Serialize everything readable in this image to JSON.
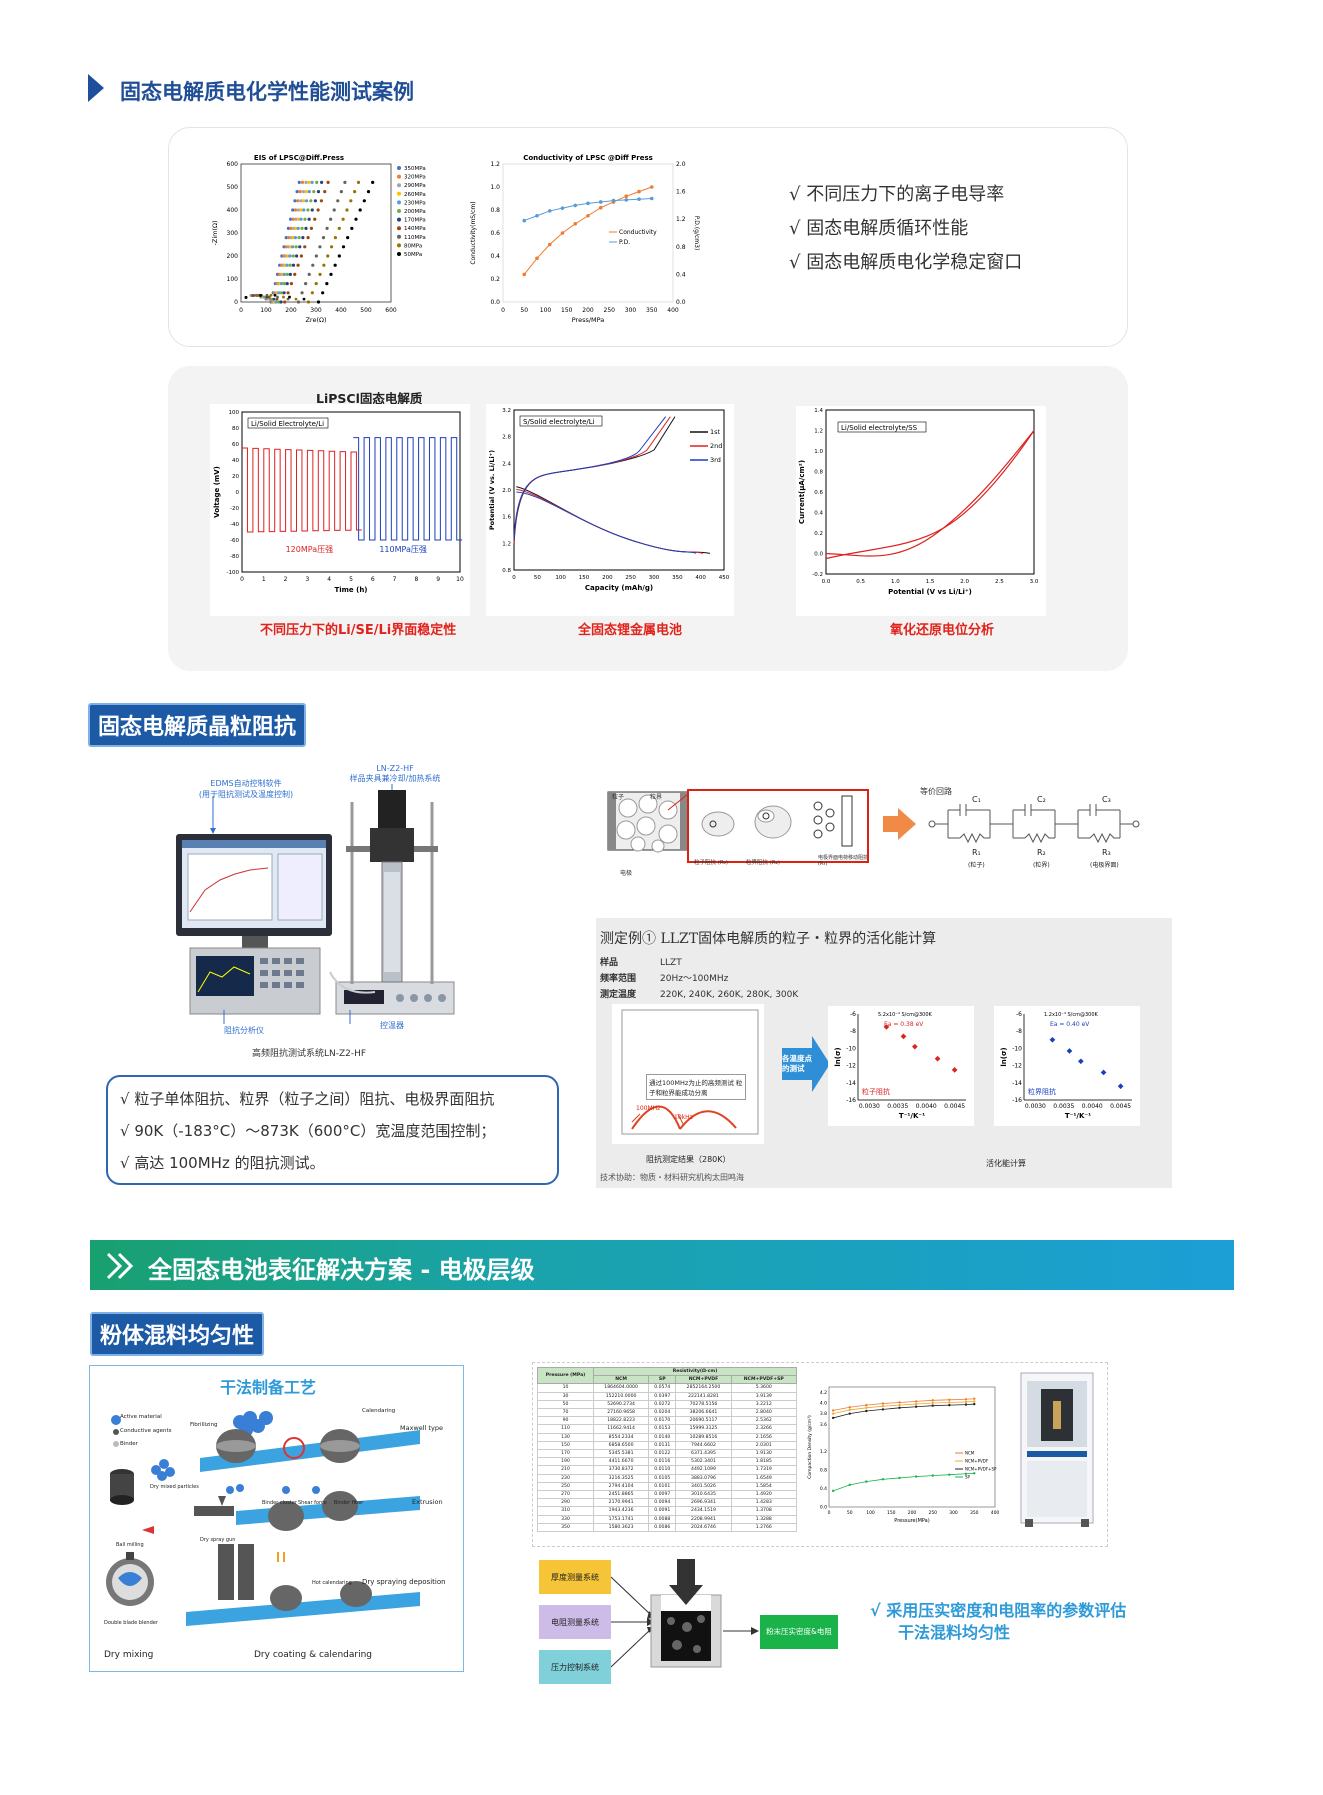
{
  "section1": {
    "title": "固态电解质电化学性能测试案例"
  },
  "card1": {
    "chart_eis": {
      "title": "EIS of LPSC@Diff.Press",
      "xlabel": "Zre(Ω)",
      "ylabel": "-Zim(Ω)",
      "xticks": [
        "0",
        "100",
        "200",
        "300",
        "400",
        "500",
        "600"
      ],
      "yticks": [
        "0",
        "100",
        "200",
        "300",
        "400",
        "500",
        "600"
      ],
      "legend": [
        "350MPa",
        "320MPa",
        "290MPa",
        "260MPa",
        "230MPa",
        "200MPa",
        "170MPa",
        "140MPa",
        "110MPa",
        "80MPa",
        "50MPa"
      ],
      "colors": [
        "#4472c4",
        "#ed7d31",
        "#a5a5a5",
        "#ffc000",
        "#5b9bd5",
        "#70ad47",
        "#264478",
        "#9e480e",
        "#636363",
        "#997300",
        "#000000"
      ]
    },
    "chart_cond": {
      "title": "Conductivity of LPSC @Diff Press",
      "xlabel": "Press/MPa",
      "ylabel": "Conductivity(mS/cm)",
      "y2label": "P.D.(g/cm3)",
      "xticks": [
        "0",
        "50",
        "100",
        "150",
        "200",
        "250",
        "300",
        "350",
        "400"
      ],
      "yticks": [
        "0.0",
        "0.2",
        "0.4",
        "0.6",
        "0.8",
        "1.0",
        "1.2"
      ],
      "y2ticks": [
        "0.0",
        "0.4",
        "0.8",
        "1.2",
        "1.6",
        "2.0"
      ],
      "legend": [
        "Conductivity",
        "P.D."
      ]
    },
    "checks": [
      "√  不同压力下的离子电导率",
      "√  固态电解质循环性能",
      "√  固态电解质电化学稳定窗口"
    ]
  },
  "card2": {
    "title": "LiPSCl固态电解质",
    "chart_volt": {
      "label": "Li/Solid Electrolyte/Li",
      "xlabel": "Time (h)",
      "ylabel": "Voltage (mV)",
      "yticks": [
        "100",
        "80",
        "60",
        "40",
        "20",
        "0",
        "-20",
        "-40",
        "-60",
        "-80",
        "-100"
      ],
      "xticks": [
        "0",
        "1",
        "2",
        "3",
        "4",
        "5",
        "6",
        "7",
        "8",
        "9",
        "10"
      ],
      "ann1": "120MPa压强",
      "ann2": "110MPa压强",
      "caption": "不同压力下的Li/SE/Li界面稳定性"
    },
    "chart_cap": {
      "label": "S/Solid electrolyte/Li",
      "xlabel": "Capacity (mAh/g)",
      "ylabel": "Potential (V vs. Li/Li⁺)",
      "yticks": [
        "3.2",
        "2.8",
        "2.4",
        "2.0",
        "1.6",
        "1.2",
        "0.8"
      ],
      "xticks": [
        "0",
        "50",
        "100",
        "150",
        "200",
        "250",
        "300",
        "350",
        "400",
        "450"
      ],
      "legend": [
        "1st",
        "2nd",
        "3rd"
      ],
      "caption": "全固态锂金属电池"
    },
    "chart_cv": {
      "label": "Li/Solid electrolyte/SS",
      "xlabel": "Potential (V vs Li/Li⁺)",
      "ylabel": "Current(μA/cm²)",
      "yticks": [
        "1.4",
        "1.2",
        "1.0",
        "0.8",
        "0.6",
        "0.4",
        "0.2",
        "0.0",
        "-0.2"
      ],
      "xticks": [
        "0.0",
        "0.5",
        "1.0",
        "1.5",
        "2.0",
        "2.5",
        "3.0"
      ],
      "caption": "氧化还原电位分析"
    }
  },
  "section2": {
    "tag": "固态电解质晶粒阻抗"
  },
  "equip": {
    "software": "EDMS自动控制软件",
    "software_sub": "(用于阻抗测试及温度控制)",
    "holder": "LN-Z2-HF",
    "holder_sub": "样品夹具兼冷却/加热系统",
    "analyzer": "阻抗分析仪",
    "temp": "控温器",
    "system": "高频阻抗测试系统LN-Z2-HF"
  },
  "checks2": [
    "√  粒子单体阻抗、粒界（粒子之间）阻抗、电极界面阻抗",
    "√  90K（-183°C）～873K（600°C）宽温度范围控制；",
    "√  高达 100MHz 的阻抗测试。"
  ],
  "circuit": {
    "label": "等价回路",
    "particle": "粒子",
    "boundary": "粒界",
    "electrode": "电极",
    "r1": "粒子阻抗 (R₁)",
    "r2": "粒界阻抗 (R₂)",
    "r3": "电极界面电荷移动阻抗 (R₃)",
    "c1": "C₁",
    "c2": "C₂",
    "c3": "C₃",
    "R1": "R₁",
    "R2": "R₂",
    "R3": "R₃",
    "n1": "(粒子)",
    "n2": "(粒界)",
    "n3": "(电极界面)"
  },
  "example": {
    "title": "测定例①  LLZT固体电解质的粒子・粒界的活化能计算",
    "rows": [
      [
        "样品",
        "LLZT"
      ],
      [
        "频率范围",
        "20Hz～100MHz"
      ],
      [
        "测定温度",
        "220K, 240K, 260K, 280K, 300K"
      ]
    ],
    "nyq_note": "通过100MHz为止的高频测试 粒子和粒界能成功分离",
    "f1": "100MHz",
    "f2": "10kHz",
    "arrow": "各温度点的测试",
    "arr1": {
      "rate": "5.2x10⁻⁴ S/cm@300K",
      "ea": "Ea = 0.38 eV",
      "label": "粒子阻抗",
      "ylabel": "ln(σ)",
      "xlabel": "T⁻¹/K⁻¹",
      "xticks": [
        "0.0030",
        "0.0035",
        "0.0040",
        "0.0045"
      ],
      "yticks": [
        "-6",
        "-8",
        "-10",
        "-12",
        "-14",
        "-16"
      ]
    },
    "arr2": {
      "rate": "1.2x10⁻⁴ S/cm@300K",
      "ea": "Ea = 0.40 eV",
      "label": "粒界阻抗",
      "ylabel": "ln(σ)",
      "xlabel": "T⁻¹/K⁻¹",
      "xticks": [
        "0.0030",
        "0.0035",
        "0.0040",
        "0.0045"
      ],
      "yticks": [
        "-6",
        "-8",
        "-10",
        "-12",
        "-14",
        "-16"
      ]
    },
    "cap1": "阻抗测定结果（280K）",
    "cap2": "活化能计算",
    "credit": "技术协助：物质・材料研究机构太田鸣海"
  },
  "banner": {
    "title": "全固态电池表征解决方案 - 电极层级"
  },
  "section3": {
    "tag": "粉体混料均匀性"
  },
  "dry": {
    "title": "干法制备工艺",
    "items": [
      "Active material",
      "Conductive agents",
      "Binder"
    ],
    "fib": "Fibrillizing",
    "cal": "Calendaring",
    "maxwell": "Maxwell type",
    "dmp": "Dry mixed particles",
    "bcl": "Binder cluster",
    "shear": "Shear force",
    "bfib": "Binder fiber",
    "ext": "Extrusion",
    "ball": "Ball milling",
    "spray": "Dry spray gun",
    "hot": "Hot calendaring",
    "dsd": "Dry spraying deposition",
    "dbb": "Double blade blender",
    "m1": "Dry mixing",
    "m2": "Dry coating & calendaring"
  },
  "table": {
    "header1": "Pressure (MPa)",
    "header2": "Resistivity(Ω·cm)",
    "cols": [
      "NCM",
      "SP",
      "NCM+PVDF",
      "NCM+PVDF+SP"
    ],
    "rows": [
      [
        "10",
        "1864604.0000",
        "0.0574",
        "2852164.2500",
        "5.3600"
      ],
      [
        "30",
        "152210.0000",
        "0.0397",
        "222141.8281",
        "3.9139"
      ],
      [
        "50",
        "52690.2734",
        "0.0272",
        "70278.5156",
        "3.2212"
      ],
      [
        "70",
        "27160.9658",
        "0.0204",
        "38206.6641",
        "2.8040"
      ],
      [
        "90",
        "18822.8223",
        "0.0170",
        "20690.5117",
        "2.5362"
      ],
      [
        "110",
        "11662.9414",
        "0.0153",
        "15999.3125",
        "2.3266"
      ],
      [
        "130",
        "8554.2334",
        "0.0140",
        "10289.8516",
        "2.1656"
      ],
      [
        "150",
        "6858.6500",
        "0.0131",
        "7944.6602",
        "2.0301"
      ],
      [
        "170",
        "5345.5381",
        "0.0122",
        "6371.4395",
        "1.9130"
      ],
      [
        "190",
        "4411.6670",
        "0.0116",
        "5302.3401",
        "1.8185"
      ],
      [
        "210",
        "3730.8372",
        "0.0110",
        "4492.1099",
        "1.7319"
      ],
      [
        "230",
        "3216.3525",
        "0.0105",
        "3883.0796",
        "1.6549"
      ],
      [
        "250",
        "2794.4104",
        "0.0101",
        "3401.5026",
        "1.5854"
      ],
      [
        "270",
        "2451.8865",
        "0.0097",
        "3010.6435",
        "1.4920"
      ],
      [
        "290",
        "2170.9941",
        "0.0094",
        "2696.9341",
        "1.4283"
      ],
      [
        "310",
        "1943.4236",
        "0.0091",
        "2434.1519",
        "1.3708"
      ],
      [
        "330",
        "1753.1741",
        "0.0088",
        "2208.9941",
        "1.3288"
      ],
      [
        "350",
        "1580.3623",
        "0.0086",
        "2024.6746",
        "1.2766"
      ]
    ]
  },
  "dens": {
    "ylabel": "Compaction Density (g/cm³)",
    "xlabel": "Pressure(MPa)",
    "legend": [
      "NCM",
      "NCM+PVDF",
      "NCM+PVDF+SP",
      "SP"
    ],
    "xticks": [
      "0",
      "50",
      "100",
      "150",
      "200",
      "250",
      "300",
      "350",
      "400"
    ],
    "yticks": [
      "4.2",
      "4.0",
      "3.8",
      "3.6",
      "1.2",
      "0.8",
      "0.4",
      "0.0"
    ]
  },
  "flow": {
    "b1": "厚度测量系统",
    "b2": "电阻测量系统",
    "b3": "压力控制系统",
    "out": "粉末压实密度&电阻"
  },
  "final": {
    "l1": "√  采用压实密度和电阻率的参数评估",
    "l2": "干法混料均匀性"
  },
  "chart_data": [
    {
      "type": "scatter",
      "title": "EIS of LPSC@Diff.Press",
      "xlabel": "Zre(Ω)",
      "ylabel": "-Zim(Ω)",
      "xlim": [
        0,
        600
      ],
      "ylim": [
        0,
        600
      ],
      "series": [
        {
          "name": "350MPa",
          "tail_start_x": 120,
          "slope": 4.6
        },
        {
          "name": "320MPa",
          "tail_start_x": 125,
          "slope": 4.3
        },
        {
          "name": "290MPa",
          "tail_start_x": 130,
          "slope": 4.0
        },
        {
          "name": "260MPa",
          "tail_start_x": 135,
          "slope": 3.8
        },
        {
          "name": "230MPa",
          "tail_start_x": 140,
          "slope": 3.6
        },
        {
          "name": "200MPa",
          "tail_start_x": 150,
          "slope": 3.4
        },
        {
          "name": "170MPa",
          "tail_start_x": 160,
          "slope": 3.2
        },
        {
          "name": "140MPa",
          "tail_start_x": 175,
          "slope": 3.0
        },
        {
          "name": "110MPa",
          "tail_start_x": 230,
          "slope": 2.8
        },
        {
          "name": "80MPa",
          "tail_start_x": 270,
          "slope": 2.6
        },
        {
          "name": "50MPa",
          "tail_start_x": 310,
          "slope": 2.4
        }
      ]
    },
    {
      "type": "line",
      "title": "Conductivity of LPSC @Diff Press",
      "xlabel": "Press/MPa",
      "ylabel": "Conductivity(mS/cm)",
      "xlim": [
        0,
        400
      ],
      "ylim": [
        0,
        1.2
      ],
      "y2lim": [
        0,
        2.0
      ],
      "x": [
        50,
        80,
        110,
        140,
        170,
        200,
        230,
        260,
        290,
        320,
        350
      ],
      "series": [
        {
          "name": "Conductivity",
          "values": [
            0.24,
            0.38,
            0.5,
            0.6,
            0.68,
            0.75,
            0.82,
            0.87,
            0.92,
            0.96,
            1.0
          ]
        },
        {
          "name": "P.D.",
          "axis": "y2",
          "values": [
            1.18,
            1.25,
            1.32,
            1.36,
            1.4,
            1.43,
            1.45,
            1.47,
            1.48,
            1.49,
            1.5
          ]
        }
      ]
    },
    {
      "type": "line",
      "label": "Li/Solid Electrolyte/Li",
      "xlabel": "Time (h)",
      "ylabel": "Voltage (mV)",
      "xlim": [
        0,
        10
      ],
      "ylim": [
        -100,
        100
      ],
      "series": [
        {
          "name": "120MPa",
          "x_range": [
            0,
            5.1
          ],
          "amplitude": 55
        },
        {
          "name": "110MPa",
          "x_range": [
            5.1,
            10
          ],
          "amplitude": 65
        }
      ]
    },
    {
      "type": "line",
      "label": "S/Solid electrolyte/Li",
      "xlabel": "Capacity (mAh/g)",
      "ylabel": "Potential (V vs. Li/Li⁺)",
      "xlim": [
        0,
        450
      ],
      "ylim": [
        0.8,
        3.2
      ],
      "series": [
        {
          "name": "1st"
        },
        {
          "name": "2nd"
        },
        {
          "name": "3rd"
        }
      ]
    },
    {
      "type": "line",
      "label": "Li/Solid electrolyte/SS",
      "xlabel": "Potential (V vs Li/Li⁺)",
      "ylabel": "Current(μA/cm²)",
      "xlim": [
        0,
        3.0
      ],
      "ylim": [
        -0.2,
        1.4
      ]
    },
    {
      "type": "scatter",
      "label": "粒子阻抗",
      "x": [
        0.0033,
        0.0036,
        0.0038,
        0.0042,
        0.0045
      ],
      "y": [
        -7.5,
        -8.6,
        -9.8,
        -11.2,
        -12.5
      ]
    },
    {
      "type": "scatter",
      "label": "粒界阻抗",
      "x": [
        0.0033,
        0.0036,
        0.0038,
        0.0042,
        0.0045
      ],
      "y": [
        -9.0,
        -10.3,
        -11.5,
        -12.8,
        -14.4
      ]
    },
    {
      "type": "line",
      "xlabel": "Pressure(MPa)",
      "ylabel": "Compaction Density (g/cm³)",
      "x": [
        10,
        50,
        90,
        130,
        170,
        210,
        250,
        290,
        330,
        350
      ],
      "series": [
        {
          "name": "NCM",
          "values": [
            3.86,
            3.92,
            3.96,
            3.99,
            4.01,
            4.03,
            4.05,
            4.06,
            4.07,
            4.08
          ]
        },
        {
          "name": "NCM+PVDF",
          "values": [
            3.8,
            3.87,
            3.91,
            3.94,
            3.96,
            3.98,
            4.0,
            4.01,
            4.02,
            4.03
          ]
        },
        {
          "name": "NCM+PVDF+SP",
          "values": [
            3.72,
            3.8,
            3.85,
            3.88,
            3.91,
            3.93,
            3.95,
            3.96,
            3.97,
            3.98
          ]
        },
        {
          "name": "SP",
          "values": [
            0.35,
            0.48,
            0.55,
            0.6,
            0.63,
            0.66,
            0.68,
            0.7,
            0.72,
            0.73
          ]
        }
      ]
    }
  ]
}
